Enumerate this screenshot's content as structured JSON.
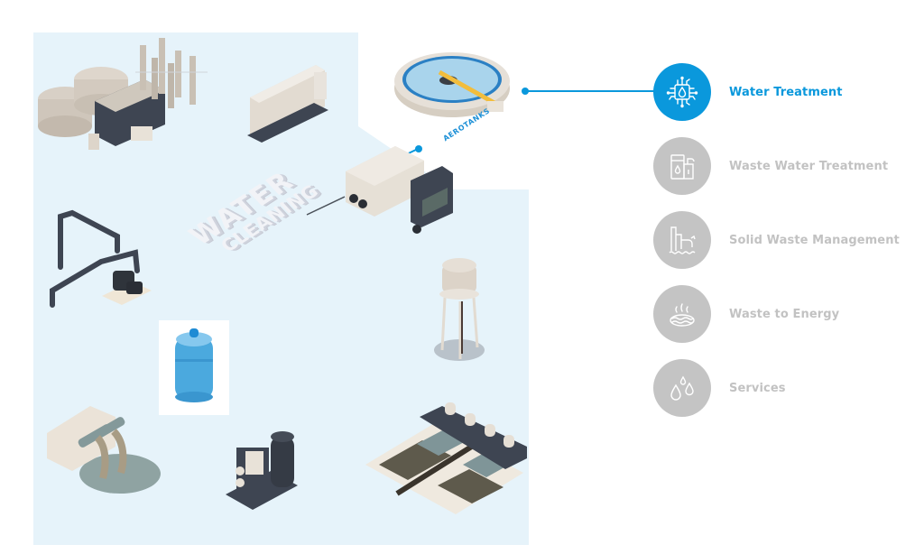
{
  "illustration": {
    "title_line1": "WATER",
    "title_line2": "CLEANING",
    "callout_label": "AEROTANKS",
    "panel_color": "#e6f3fa",
    "accent_color": "#0a98dc"
  },
  "menu": {
    "items": [
      {
        "label": "Water Treatment",
        "icon": "circuit-water-drop-icon",
        "active": true
      },
      {
        "label": "Waste Water Treatment",
        "icon": "waste-water-plant-icon",
        "active": false
      },
      {
        "label": "Solid Waste Management",
        "icon": "solid-waste-plant-icon",
        "active": false
      },
      {
        "label": "Waste to Energy",
        "icon": "heat-waves-icon",
        "active": false
      },
      {
        "label": "Services",
        "icon": "water-drops-icon",
        "active": false
      }
    ],
    "active_color": "#0a98dc",
    "inactive_color": "#c4c4c4"
  }
}
